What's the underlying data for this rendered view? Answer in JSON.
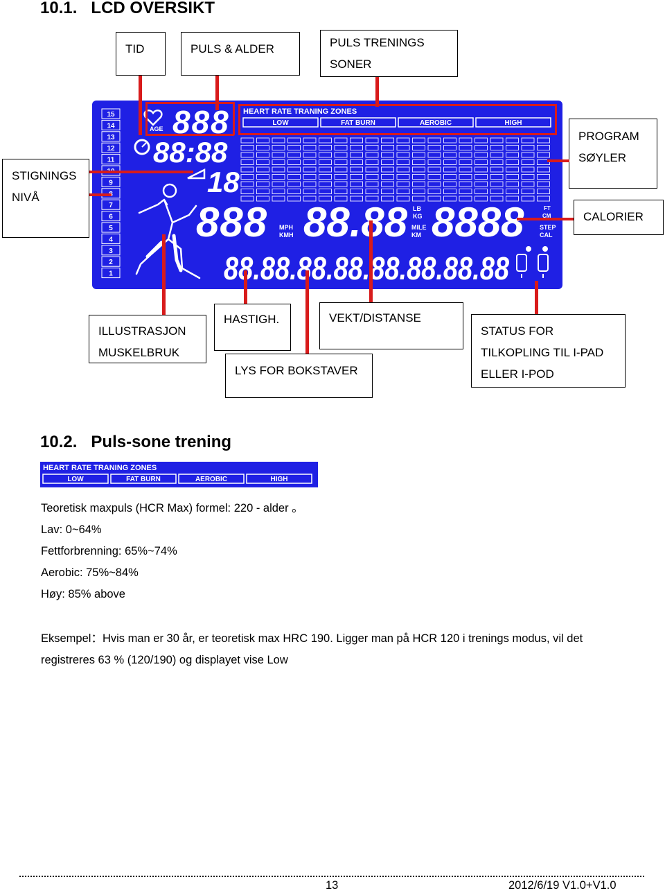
{
  "section1": {
    "number": "10.1.",
    "title": "LCD OVERSIKT"
  },
  "lcd": {
    "zones_header": "HEART RATE TRANING ZONES",
    "zones": [
      "LOW",
      "FAT BURN",
      "AEROBIC",
      "HIGH"
    ],
    "age_label": "AGE",
    "levels": [
      "15",
      "14",
      "13",
      "12",
      "11",
      "10",
      "9",
      "8",
      "7",
      "6",
      "5",
      "4",
      "3",
      "2",
      "1"
    ],
    "digits_pulse": "888",
    "digits_time": "88:88",
    "digits_incline": "18",
    "digits_speed": "888",
    "digits_distance": "88.88",
    "digits_calories": "8888",
    "units_speed": [
      "MPH",
      "KMH"
    ],
    "units_weight": [
      "LB",
      "KG"
    ],
    "units_distance": [
      "MILE",
      "KM"
    ],
    "units_right": [
      "FT",
      "CM",
      "STEP",
      "CAL"
    ],
    "text_row": "88.88.88.88.88.88.88.88"
  },
  "labels": {
    "tid": "TID",
    "puls_alder": "PULS & ALDER",
    "puls_trenings_1": "PULS TRENINGS",
    "puls_trenings_2": "SONER",
    "program_1": "PROGRAM",
    "program_2": "SØYLER",
    "stignings_1": "STIGNINGS",
    "stignings_2": "NIVÅ",
    "calorier": "CALORIER",
    "illustrasjon_1": "ILLUSTRASJON",
    "illustrasjon_2": "MUSKELBRUK",
    "hastigh": "HASTIGH.",
    "vekt": "VEKT/DISTANSE",
    "lys": "LYS FOR BOKSTAVER",
    "status_1": "STATUS FOR",
    "status_2": "TILKOPLING TIL I-PAD",
    "status_3": "ELLER I-POD"
  },
  "section2": {
    "number": "10.2.",
    "title": "Puls-sone trening"
  },
  "text": {
    "formula": "Teoretisk maxpuls (HCR Max) formel: 220 - alder 。",
    "lav": "Lav: 0~64%",
    "fett": "Fettforbrenning: 65%~74%",
    "aerobic": "Aerobic: 75%~84%",
    "hoy": "Høy: 85% above",
    "example_1": "Eksempel：Hvis man er 30 år, er teoretisk max HRC 190.   Ligger man på HCR 120 i trenings modus, vil det",
    "example_2": "registreres 63 % (120/190) og displayet vise Low"
  },
  "footer": {
    "page": "13",
    "version": "2012/6/19 V1.0+V1.0"
  },
  "colors": {
    "lcd_blue": "#1f20e4",
    "callout_red": "#d81b1b"
  }
}
